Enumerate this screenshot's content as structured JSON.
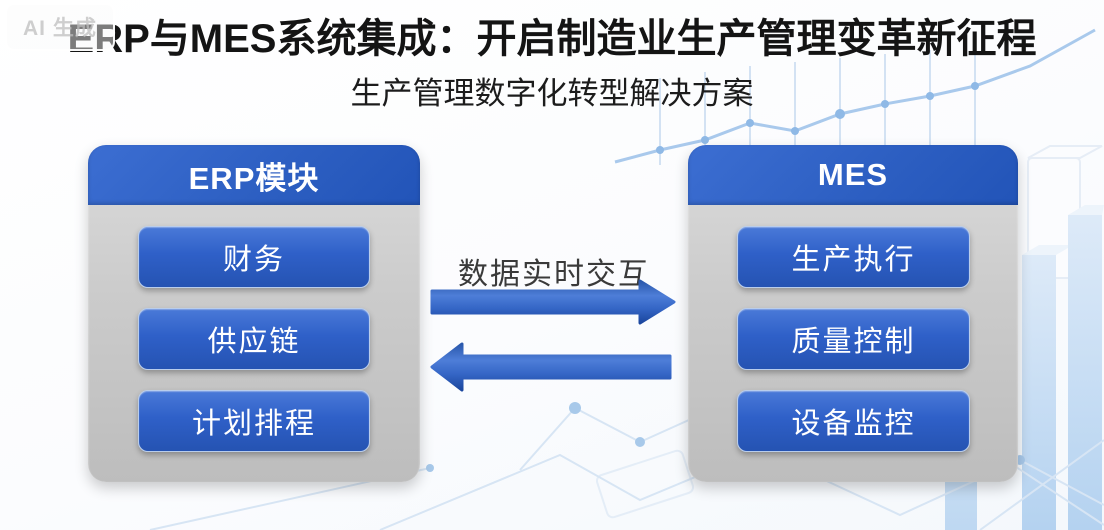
{
  "watermark": {
    "label": "AI 生成"
  },
  "header": {
    "title": "ERP与MES系统集成：开启制造业生产管理变革新征程",
    "subtitle": "生产管理数字化转型解决方案"
  },
  "diagram": {
    "erp_panel": {
      "title": "ERP模块",
      "items": [
        "财务",
        "供应链",
        "计划排程"
      ]
    },
    "mes_panel": {
      "title": "MES",
      "items": [
        "生产执行",
        "质量控制",
        "设备监控"
      ]
    },
    "connection": {
      "label": "数据实时交互",
      "direction": "bidirectional"
    }
  },
  "colors": {
    "panel_header_blue": "#2d5fc2",
    "panel_body_gray": "#c8c8c8",
    "module_button_blue": "#2e5ec6",
    "arrow_blue": "#2f63c0",
    "title_text": "#141414",
    "connection_label_text": "#3a3a3a",
    "background_decoration_blue": "#b9d3ee"
  }
}
